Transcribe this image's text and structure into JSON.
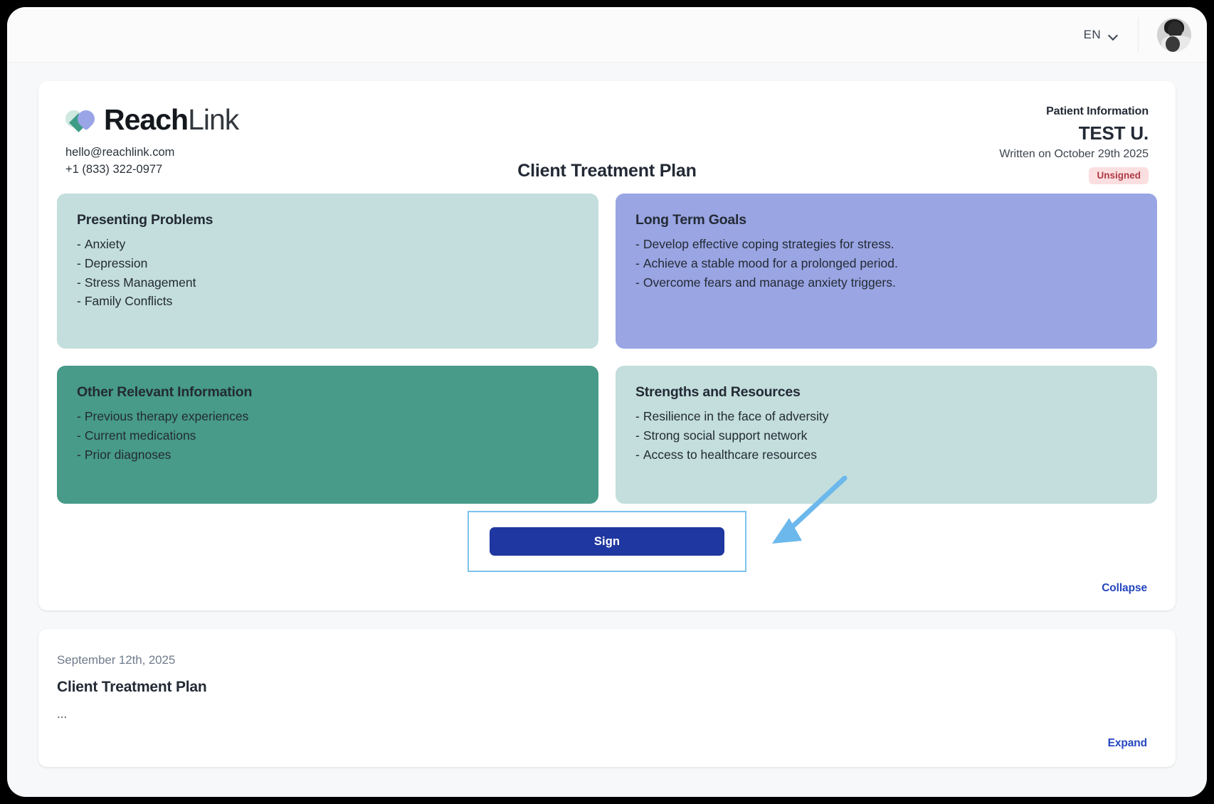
{
  "topbar": {
    "language": "EN",
    "chevron_icon": "chevron-down-icon",
    "avatar_icon": "user-avatar-photo"
  },
  "brand": {
    "name_bold": "Reach",
    "name_light": "Link",
    "email": "hello@reachlink.com",
    "phone": "+1 (833) 322-0977",
    "logo_icon": "reachlink-heart-logo"
  },
  "document": {
    "title": "Client Treatment Plan",
    "patient_label": "Patient Information",
    "patient_name": "TEST U.",
    "written_on": "Written on October 29th 2025",
    "status_badge": "Unsigned"
  },
  "sections": [
    {
      "id": "presenting-problems",
      "heading": "Presenting Problems",
      "items": [
        "Anxiety",
        "Depression",
        "Stress Management",
        "Family Conflicts"
      ]
    },
    {
      "id": "long-term-goals",
      "heading": "Long Term Goals",
      "items": [
        "Develop effective coping strategies for stress.",
        "Achieve a stable mood for a prolonged period.",
        "Overcome fears and manage anxiety triggers."
      ]
    },
    {
      "id": "other-relevant-information",
      "heading": "Other Relevant Information",
      "items": [
        "Previous therapy experiences",
        "Current medications",
        "Prior diagnoses"
      ]
    },
    {
      "id": "strengths-and-resources",
      "heading": "Strengths and Resources",
      "items": [
        "Resilience in the face of adversity",
        "Strong social support network",
        "Access to healthcare resources"
      ]
    }
  ],
  "actions": {
    "sign_label": "Sign",
    "collapse_label": "Collapse",
    "expand_label": "Expand"
  },
  "note": {
    "date": "September 12th, 2025",
    "title": "Client Treatment Plan",
    "preview": "..."
  },
  "bullet": {
    "dash": "-"
  },
  "colors": {
    "card_teal_light": "#c3dedc",
    "card_periwinkle": "#9aa5e3",
    "card_teal_dark": "#479b88",
    "sign_button": "#1f37a0",
    "link_blue": "#2546c0",
    "badge_bg": "#fbdfe0",
    "badge_text": "#b03a46",
    "highlight_border": "#7cc2ef",
    "arrow": "#6cb8ec"
  }
}
